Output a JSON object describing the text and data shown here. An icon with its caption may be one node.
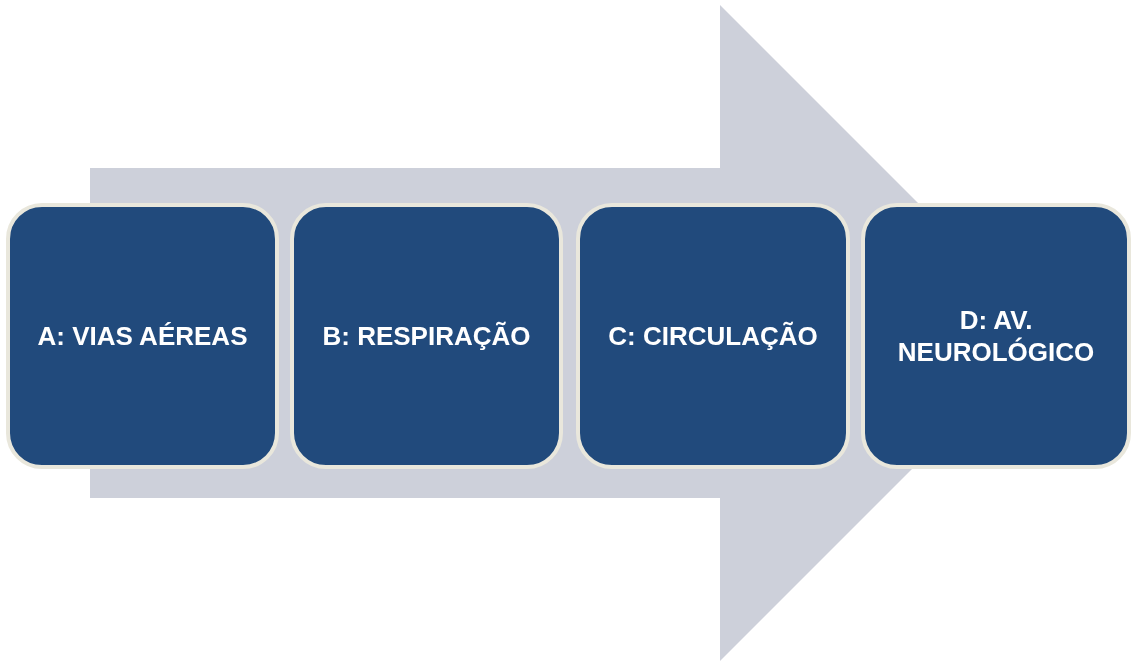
{
  "diagram": {
    "nodes": [
      {
        "text": [
          "A: VIAS AÉREAS"
        ]
      },
      {
        "text": [
          "B: RESPIRAÇÃO"
        ]
      },
      {
        "text": [
          "C: CIRCULAÇÃO"
        ]
      },
      {
        "text": [
          "D: AV. NEUROLÓGICO"
        ]
      }
    ],
    "edges": [
      {
        "from": 0,
        "to": 3,
        "arrow": "to",
        "style": "thick"
      }
    ]
  }
}
